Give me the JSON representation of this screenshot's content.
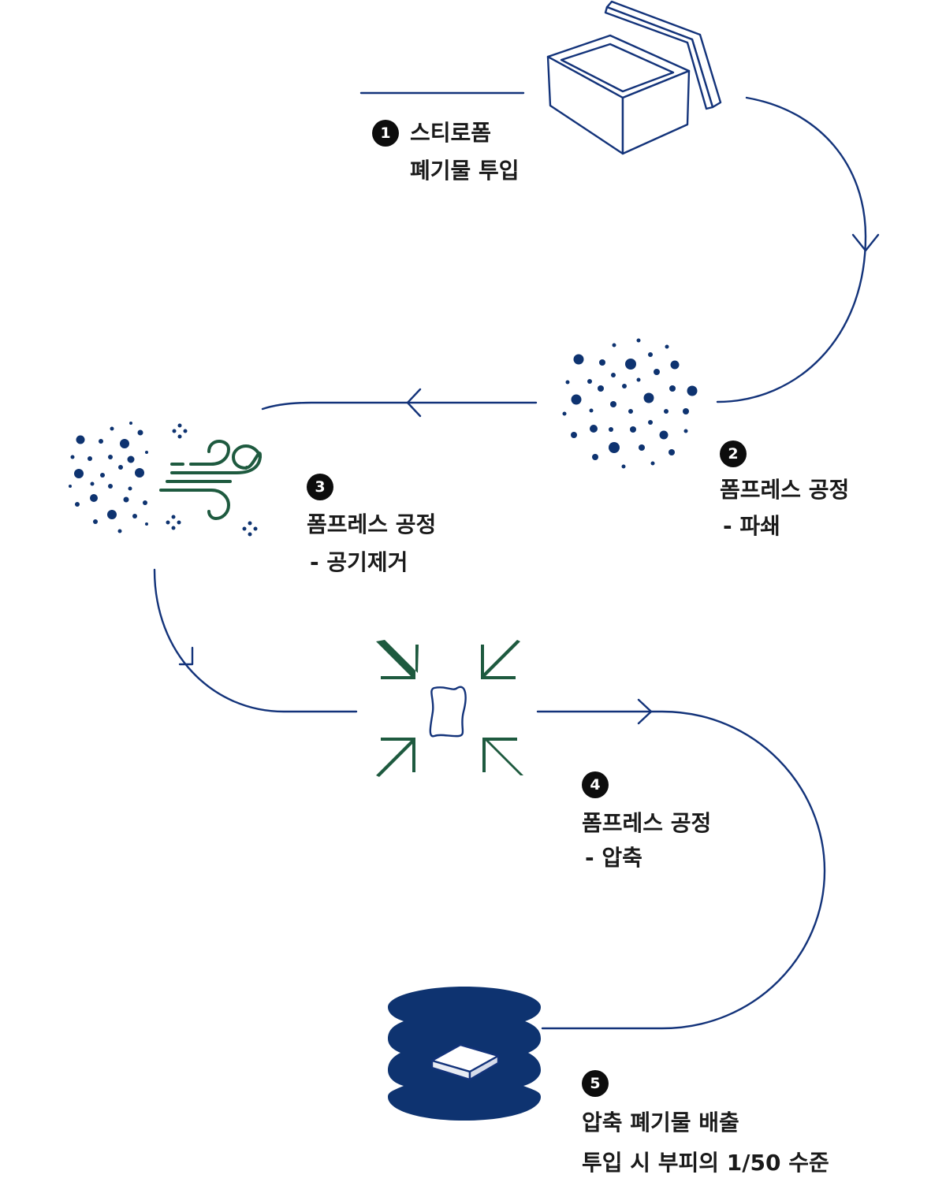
{
  "colors": {
    "navy": "#0e3370",
    "navy_line": "#13337a",
    "green": "#1e5a3f",
    "black": "#0d0d0d"
  },
  "steps": [
    {
      "num": "1",
      "line1": "스티로폼",
      "line2": "폐기물 투입",
      "icon": "styrofoam-box-icon"
    },
    {
      "num": "2",
      "line1": "폼프레스 공정",
      "line2": "- 파쇄",
      "icon": "crushed-particles-icon"
    },
    {
      "num": "3",
      "line1": "폼프레스 공정",
      "line2": "- 공기제거",
      "icon": "air-removal-icon"
    },
    {
      "num": "4",
      "line1": "폼프레스 공정",
      "line2": "- 압축",
      "icon": "compress-arrows-icon"
    },
    {
      "num": "5",
      "line1": "압축 폐기물 배출",
      "line2": "투입 시 부피의 1/50 수준",
      "icon": "compressed-block-icon"
    }
  ]
}
